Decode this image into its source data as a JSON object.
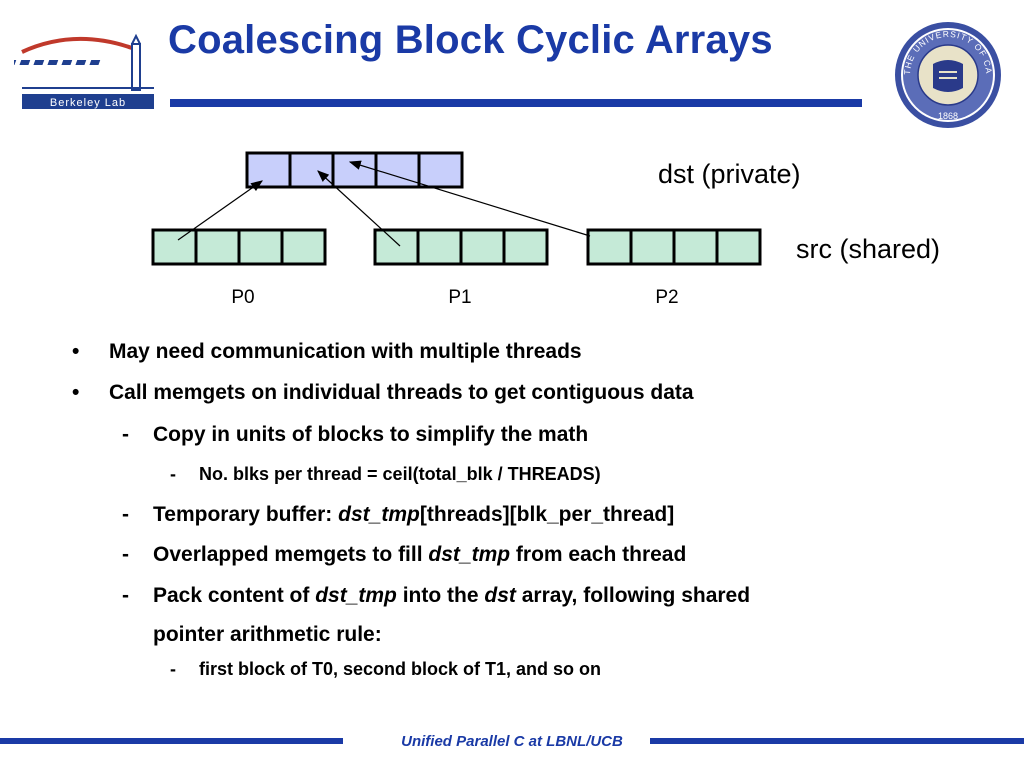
{
  "header": {
    "title": "Coalescing Block Cyclic Arrays",
    "logo_left_text": "Berkeley Lab",
    "seal_text": "THE UNIVERSITY OF CALIFORNIA BERKELEY",
    "seal_year": "1868"
  },
  "diagram": {
    "dst_label": "dst (private)",
    "src_label": "src (shared)",
    "processes": [
      "P0",
      "P1",
      "P2"
    ],
    "dst_cells": 5,
    "src_cells_per_process": 4,
    "colors": {
      "dst_fill": "#c8cffb",
      "src_fill": "#c5ead7",
      "stroke": "#000000"
    }
  },
  "bullets": [
    {
      "level": 1,
      "mark": "•",
      "parts": [
        {
          "text": "May need communication with multiple threads"
        }
      ]
    },
    {
      "level": 1,
      "mark": "•",
      "parts": [
        {
          "text": "Call memgets on individual threads to get contiguous data"
        }
      ]
    },
    {
      "level": 2,
      "mark": "-",
      "parts": [
        {
          "text": "Copy in units of blocks to simplify the math"
        }
      ]
    },
    {
      "level": 3,
      "mark": "-",
      "parts": [
        {
          "text": "No. blks per thread = ceil(total_blk / THREADS)"
        }
      ]
    },
    {
      "level": 2,
      "mark": "-",
      "parts": [
        {
          "text": "Temporary buffer: "
        },
        {
          "text": "dst_tmp",
          "italic": true
        },
        {
          "text": "[threads][blk_per_thread]"
        }
      ]
    },
    {
      "level": 2,
      "mark": "-",
      "parts": [
        {
          "text": "Overlapped memgets to fill "
        },
        {
          "text": "dst_tmp",
          "italic": true
        },
        {
          "text": " from each thread"
        }
      ]
    },
    {
      "level": 2,
      "mark": "-",
      "lines": [
        [
          {
            "text": "Pack content of "
          },
          {
            "text": "dst_tmp",
            "italic": true
          },
          {
            "text": " into the "
          },
          {
            "text": "dst",
            "italic": true
          },
          {
            "text": " array, following shared"
          }
        ],
        [
          {
            "text": "pointer arithmetic rule:"
          }
        ]
      ]
    },
    {
      "level": 3,
      "mark": "-",
      "parts": [
        {
          "text": "first block of T0, second block of T1, and so on"
        }
      ]
    }
  ],
  "footer": {
    "text": "Unified Parallel C at LBNL/UCB"
  },
  "colors": {
    "accent": "#1a3aa6"
  }
}
